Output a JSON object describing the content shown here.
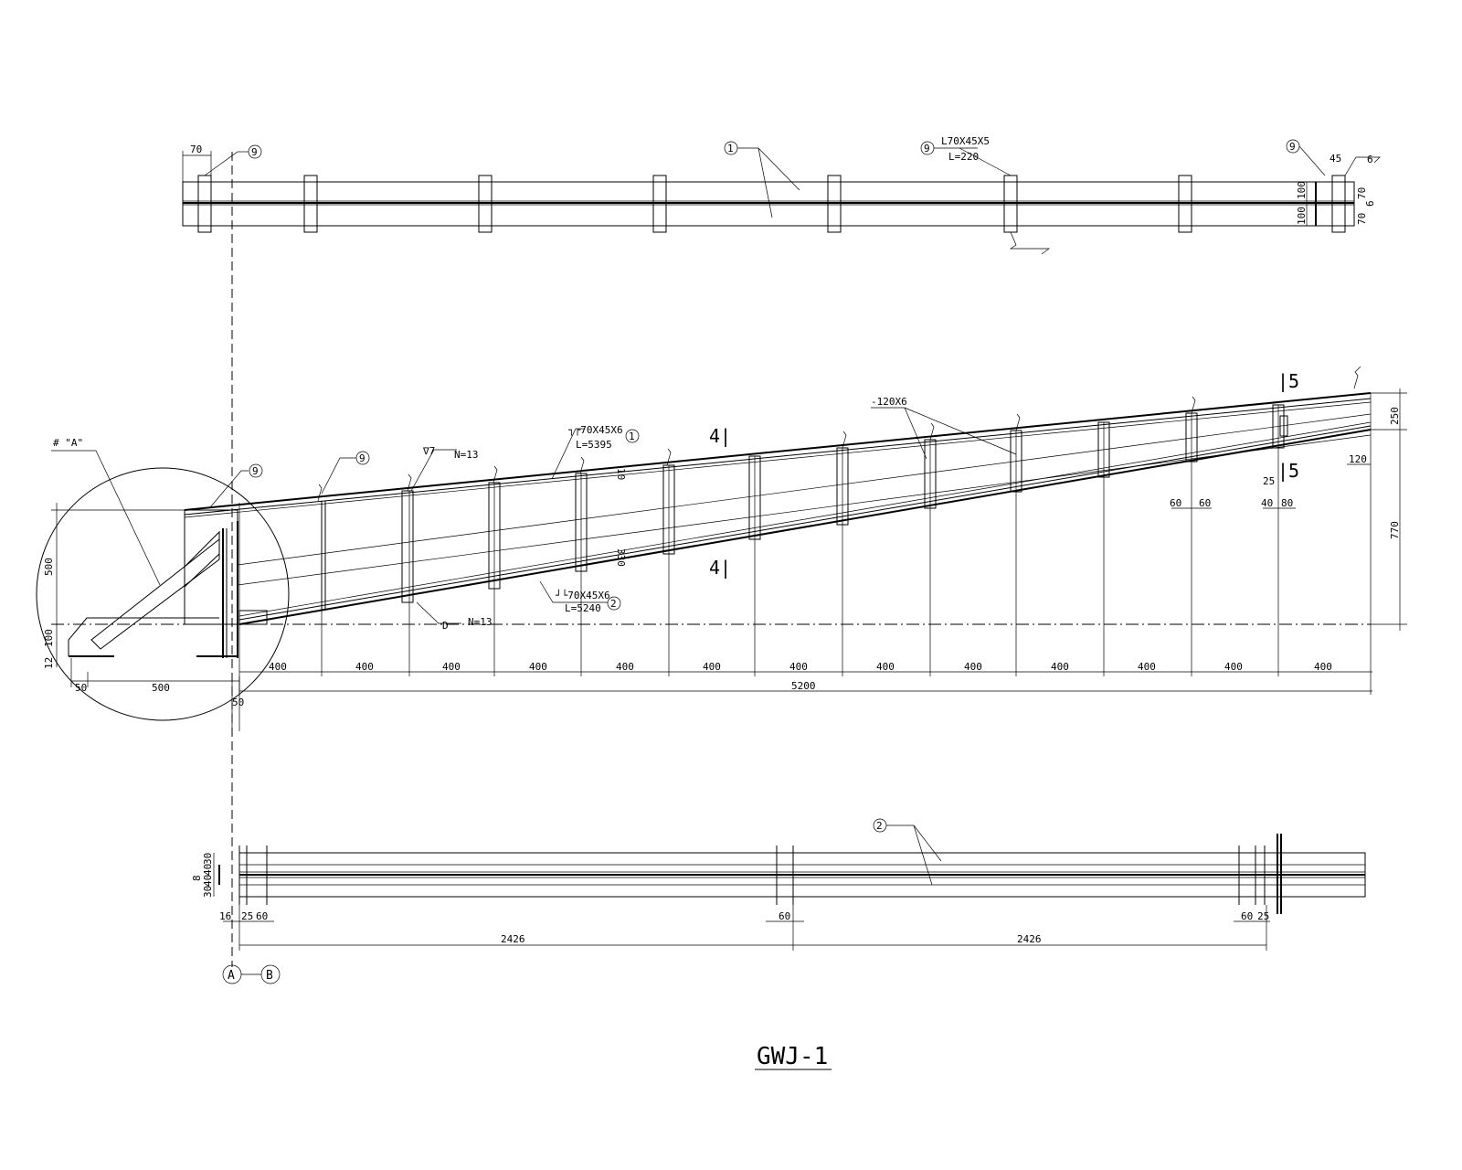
{
  "title": "GWJ-1",
  "detail_callout": "# \"A\"",
  "axis_marks": {
    "a": "A",
    "b": "B"
  },
  "plan": {
    "dim_left": "70",
    "tag_left": "9",
    "tag_mid": "1",
    "tag_angle": "9",
    "angle_spec": "L70X45X5",
    "angle_length": "L=220",
    "tag_right": "9",
    "dim_right_45": "45",
    "weld_6": "6",
    "dim_r_100a": "100",
    "dim_r_100b": "100",
    "dim_r_70a": "70",
    "dim_r_70b": "70",
    "dim_r_6": "6"
  },
  "elevation": {
    "top_chord_spec": "┐┌70X45X6",
    "top_chord_len": "L=5395",
    "top_chord_tag": "1",
    "bottom_chord_spec": "┘└70X45X6",
    "bottom_chord_len": "L=5240",
    "bottom_chord_tag": "2",
    "plate_spec": "-120X6",
    "weld_top_n": "N=13",
    "weld_bot_n": "N=13",
    "weld_top_sym": "∇7",
    "weld_bot_sym": "D",
    "tag_9a": "9",
    "tag_9b": "9",
    "section_41_top": "4|",
    "section_41_bot": "4|",
    "section_15_top": "|5",
    "section_15_bot": "|5",
    "vert_dim_10": "10",
    "vert_dim_30": "330",
    "vert_dim_500": "500",
    "vert_dim_100": "100",
    "vert_dim_12": "12",
    "dim_50a": "50",
    "dim_500": "500",
    "dim_50b": "50",
    "span_dims": [
      "400",
      "400",
      "400",
      "400",
      "400",
      "400",
      "400",
      "400",
      "400",
      "400",
      "400",
      "400",
      "400"
    ],
    "total_span": "5200",
    "right_250": "250",
    "right_770": "770",
    "right_120": "120",
    "dim_60a": "60",
    "dim_60b": "60",
    "dim_25": "25",
    "dim_40": "40",
    "dim_80": "80"
  },
  "bottom_plan": {
    "tag": "2",
    "left_dims": [
      "30",
      "40",
      "40",
      "30"
    ],
    "left_8": "8",
    "dim_16": "16",
    "dim_25": "25",
    "dim_60": "60",
    "dim_60_mid": "60",
    "dim_60_r": "60",
    "dim_25_r": "25",
    "span_a": "2426",
    "span_b": "2426"
  }
}
